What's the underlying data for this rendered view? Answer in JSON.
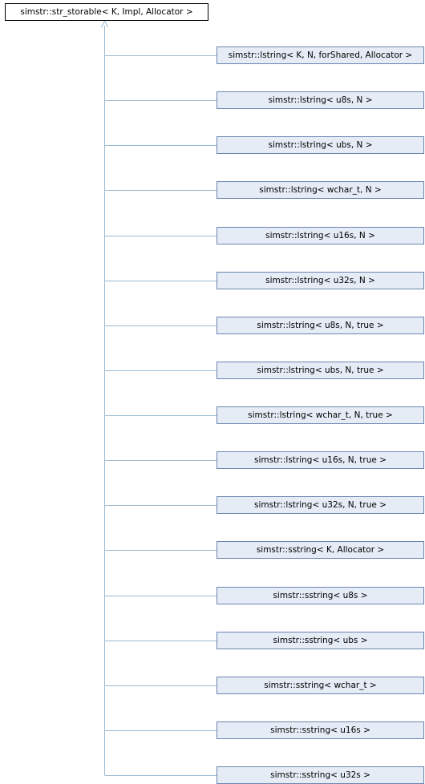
{
  "base": {
    "label": "simstr::str_storable< K, Impl, Allocator >"
  },
  "derived": [
    {
      "label": "simstr::lstring< K, N, forShared, Allocator >"
    },
    {
      "label": "simstr::lstring< u8s, N >"
    },
    {
      "label": "simstr::lstring< ubs, N >"
    },
    {
      "label": "simstr::lstring< wchar_t, N >"
    },
    {
      "label": "simstr::lstring< u16s, N >"
    },
    {
      "label": "simstr::lstring< u32s, N >"
    },
    {
      "label": "simstr::lstring< u8s, N, true >"
    },
    {
      "label": "simstr::lstring< ubs, N, true >"
    },
    {
      "label": "simstr::lstring< wchar_t, N, true >"
    },
    {
      "label": "simstr::lstring< u16s, N, true >"
    },
    {
      "label": "simstr::lstring< u32s, N, true >"
    },
    {
      "label": "simstr::sstring< K, Allocator >"
    },
    {
      "label": "simstr::sstring< u8s >"
    },
    {
      "label": "simstr::sstring< ubs >"
    },
    {
      "label": "simstr::sstring< wchar_t >"
    },
    {
      "label": "simstr::sstring< u16s >"
    },
    {
      "label": "simstr::sstring< u32s >"
    }
  ],
  "colors": {
    "edge": "#9bbad3",
    "derived_fill": "#e6ecf6",
    "derived_border": "#6b85b0",
    "base_border": "#000000"
  }
}
